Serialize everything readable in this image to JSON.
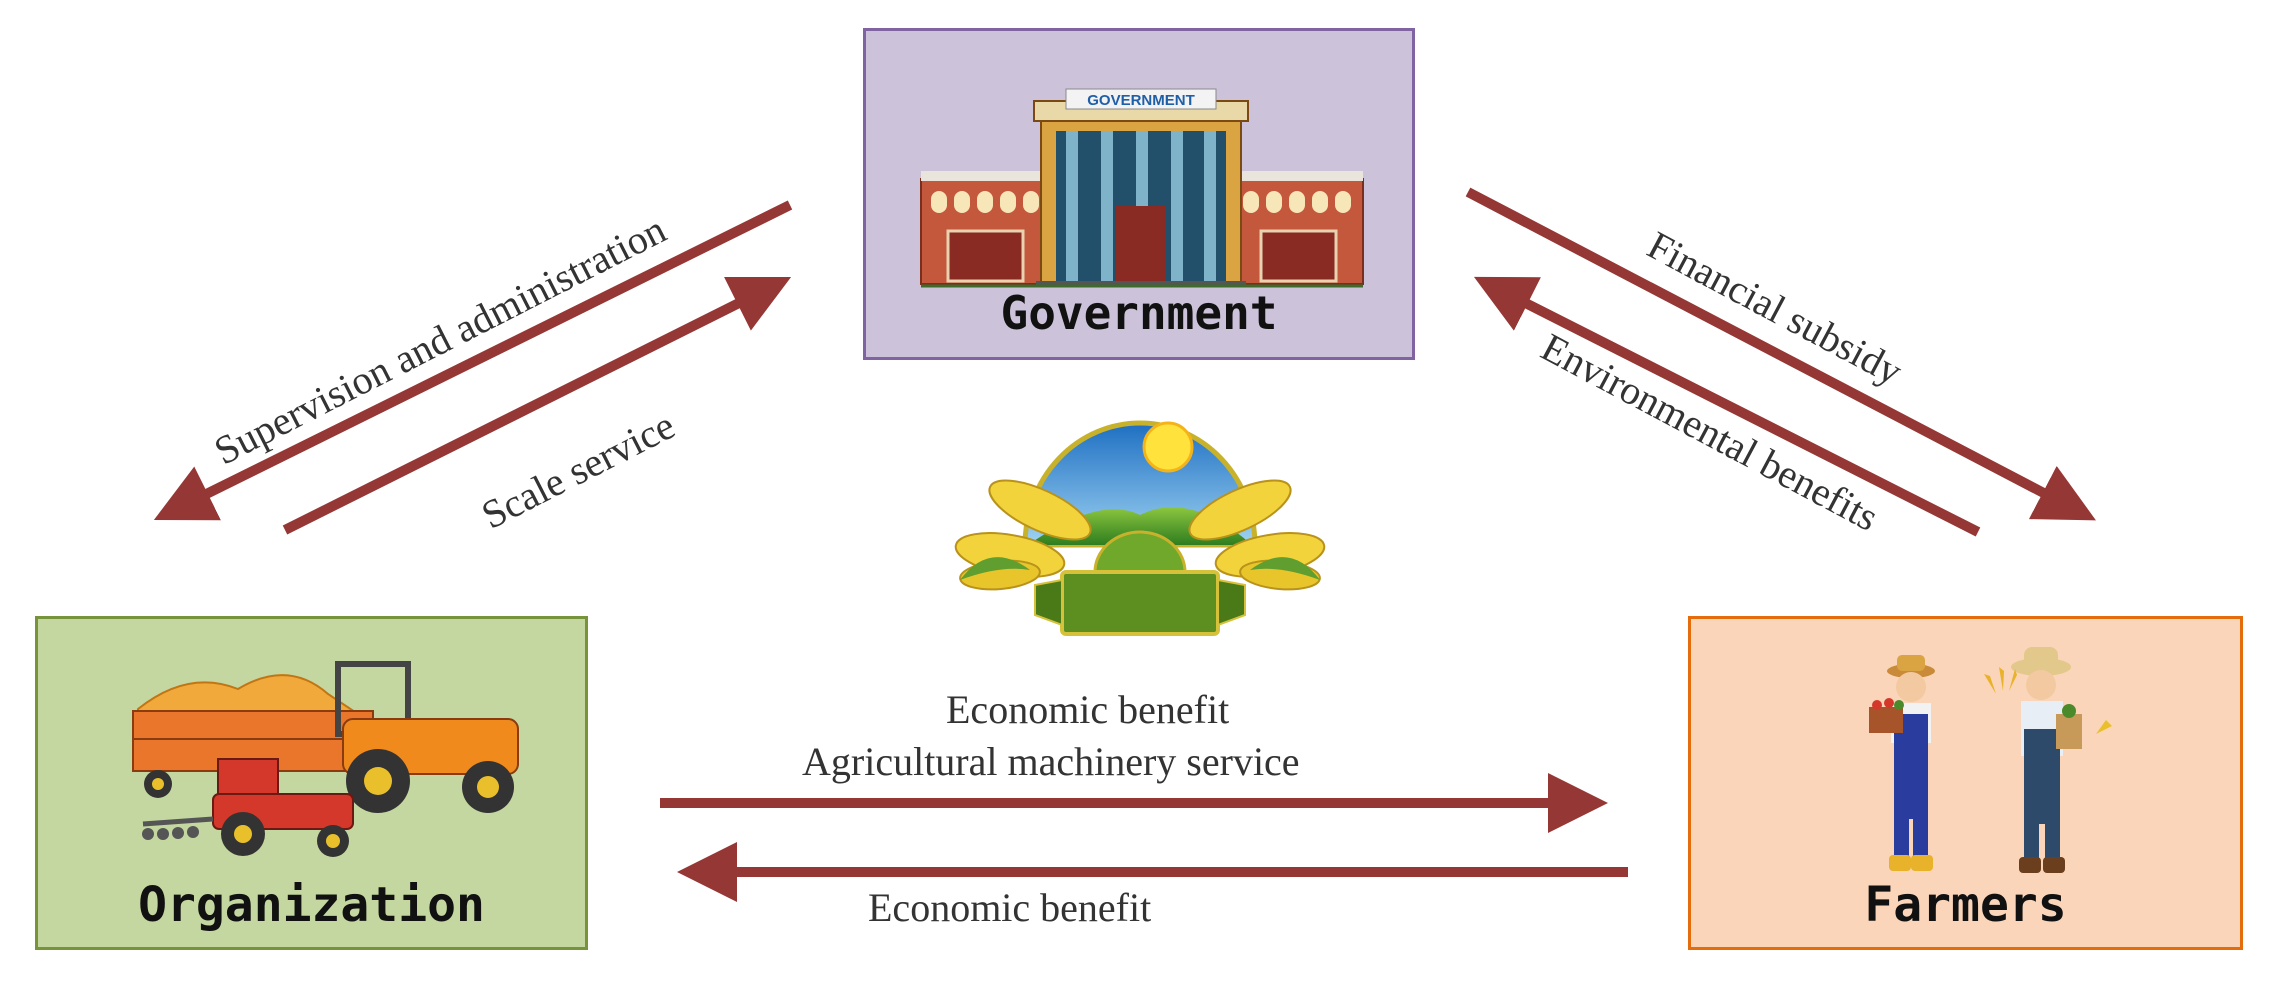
{
  "nodes": {
    "government": {
      "label": "Government",
      "sign": "GOVERNMENT",
      "fill": "#ccc3db",
      "stroke": "#8064a2"
    },
    "organization": {
      "label": "Organization",
      "fill": "#c4d7a0",
      "stroke": "#77933c"
    },
    "farmers": {
      "label": "Farmers",
      "fill": "#fad5b9",
      "stroke": "#e46c0a"
    }
  },
  "flows": {
    "supervision": "Supervision and administration",
    "scale_service": "Scale service",
    "financial_subsidy": "Financial subsidy",
    "environmental_benefits": "Environmental benefits",
    "economic_benefit_top": "Economic benefit",
    "machinery_service": "Agricultural machinery service",
    "economic_benefit_bottom": "Economic benefit"
  },
  "colors": {
    "arrow": "#953735",
    "text": "#333333"
  },
  "icons": {
    "government": "government-building-icon",
    "organization": "tractor-harvest-icon",
    "farmers": "farmers-people-icon",
    "center": "corn-harvest-emblem-icon"
  }
}
